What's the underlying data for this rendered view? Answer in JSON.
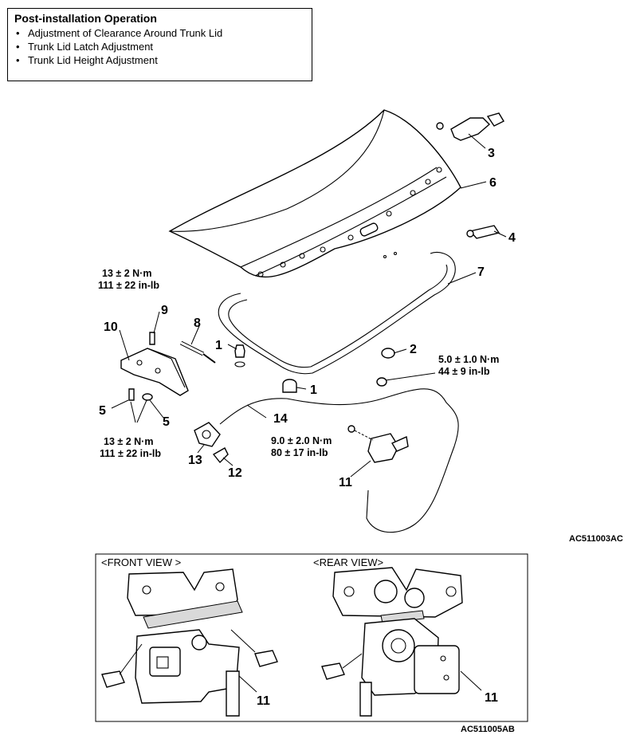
{
  "post_installation": {
    "title": "Post-installation Operation",
    "items": [
      "Adjustment of Clearance Around Trunk Lid",
      "Trunk Lid Latch Adjustment",
      "Trunk Lid Height Adjustment"
    ]
  },
  "torques": {
    "t1_nm": "13 ± 2 N·m",
    "t1_inlb": "111 ± 22 in-lb",
    "t2_nm": "13 ± 2 N·m",
    "t2_inlb": "111 ± 22 in-lb",
    "t3_nm": "5.0 ± 1.0 N·m",
    "t3_inlb": "44 ± 9 in-lb",
    "t4_nm": "9.0 ± 2.0 N·m",
    "t4_inlb": "80 ± 17 in-lb"
  },
  "callouts": {
    "c1a": "1",
    "c1b": "1",
    "c2": "2",
    "c3": "3",
    "c4": "4",
    "c5a": "5",
    "c5b": "5",
    "c6": "6",
    "c7": "7",
    "c8": "8",
    "c9": "9",
    "c10": "10",
    "c11": "11",
    "c12": "12",
    "c13": "13",
    "c14": "14",
    "c11_front": "11",
    "c11_rear": "11"
  },
  "figure_codes": {
    "main": "AC511003AC",
    "detail": "AC511005AB"
  },
  "detail_views": {
    "front": "<FRONT VIEW >",
    "rear": "<REAR VIEW>"
  }
}
